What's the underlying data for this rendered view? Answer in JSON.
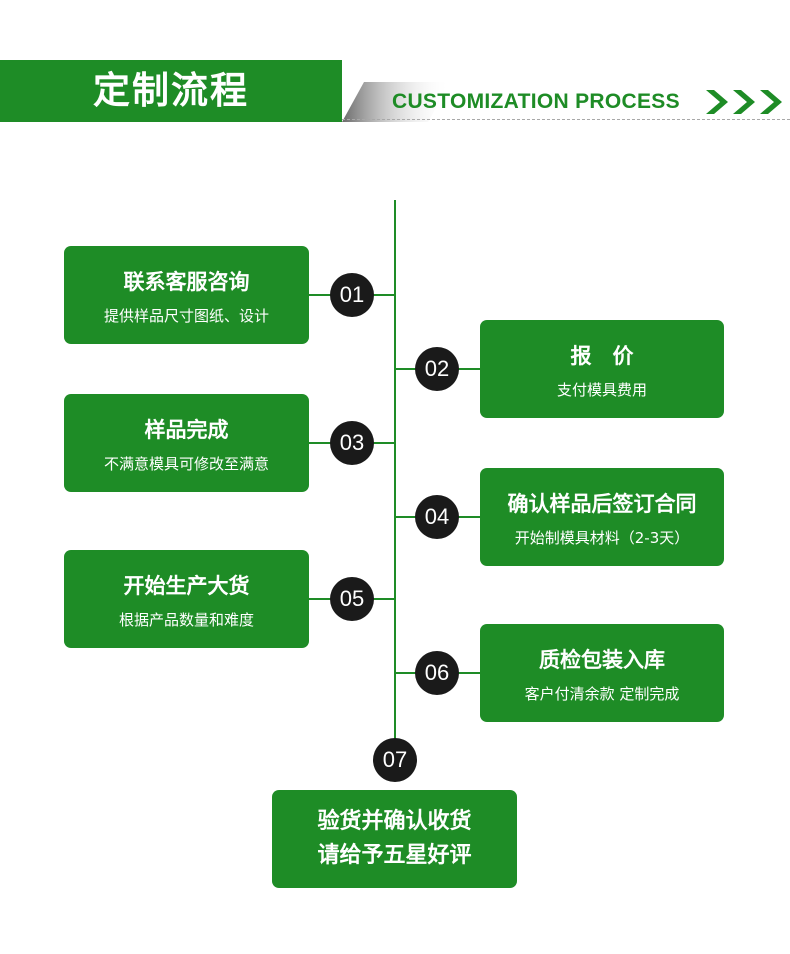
{
  "header": {
    "title": "定制流程",
    "subtitle_en": "CUSTOMIZATION PROCESS"
  },
  "colors": {
    "primary_green": "#1e8c26",
    "step_circle": "#1a1a1a",
    "text_on_green": "#ffffff"
  },
  "steps": [
    {
      "number": "01",
      "title": "联系客服咨询",
      "subtitle": "提供样品尺寸图纸、设计"
    },
    {
      "number": "02",
      "title": "报　价",
      "subtitle": "支付模具费用"
    },
    {
      "number": "03",
      "title": "样品完成",
      "subtitle": "不满意模具可修改至满意"
    },
    {
      "number": "04",
      "title": "确认样品后签订合同",
      "subtitle": "开始制模具材料（2-3天）"
    },
    {
      "number": "05",
      "title": "开始生产大货",
      "subtitle": "根据产品数量和难度"
    },
    {
      "number": "06",
      "title": "质检包装入库",
      "subtitle": "客户付清余款 定制完成"
    },
    {
      "number": "07",
      "line1": "验货并确认收货",
      "line2": "请给予五星好评"
    }
  ]
}
